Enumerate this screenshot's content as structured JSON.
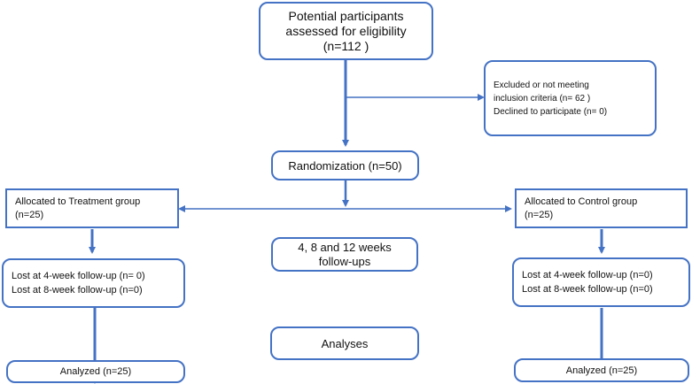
{
  "eligibility": {
    "lines": [
      "Potential participants",
      "assessed for eligibility",
      "(n=112 )"
    ]
  },
  "excluded": {
    "lines": [
      "Excluded or not meeting",
      "inclusion criteria (n= 62 )",
      "Declined to participate (n= 0)"
    ]
  },
  "randomization": {
    "lines": [
      "Randomization (n=50)"
    ]
  },
  "treatment_allocated": {
    "lines": [
      "Allocated to Treatment group",
      "(n=25)"
    ]
  },
  "control_allocated": {
    "lines": [
      "Allocated to Control group",
      "(n=25)"
    ]
  },
  "followups": {
    "lines": [
      "4, 8 and 12 weeks",
      "follow-ups"
    ]
  },
  "treatment_lost": {
    "lines": [
      "Lost at 4-week follow-up (n= 0)",
      "Lost at 8-week follow-up (n=0)"
    ]
  },
  "control_lost": {
    "lines": [
      "Lost at 4-week follow-up (n=0)",
      "Lost at 8-week follow-up (n=0)"
    ]
  },
  "analyses": {
    "lines": [
      "Analyses"
    ]
  },
  "treatment_analyzed": {
    "lines": [
      "Analyzed (n=25)"
    ]
  },
  "control_analyzed": {
    "lines": [
      "Analyzed (n=25)"
    ]
  },
  "colors": {
    "border": "#4472c4",
    "arrow": "#4472c4",
    "text": "#111111"
  }
}
